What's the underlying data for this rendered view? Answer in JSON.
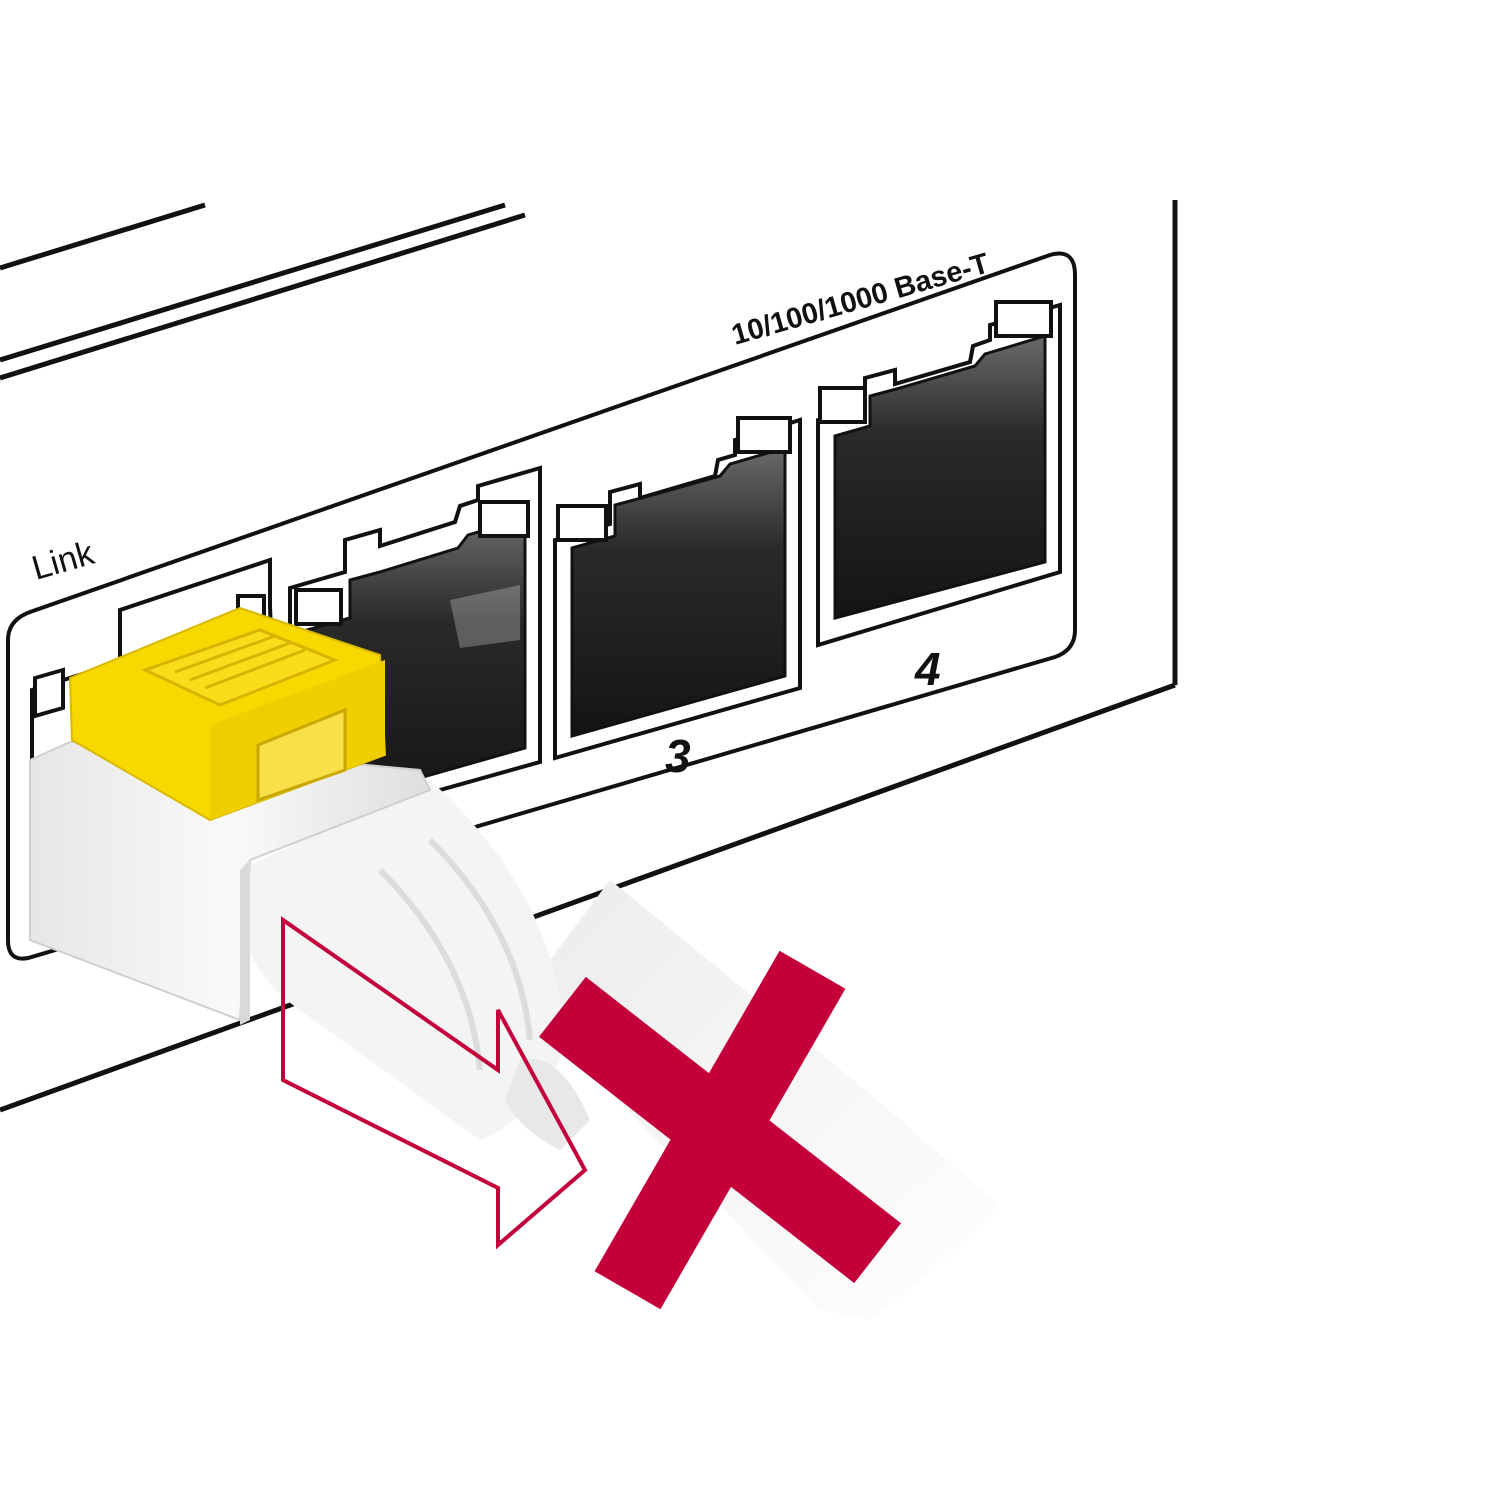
{
  "labels": {
    "link": "Link",
    "speed": "10/100/1000 Base-T",
    "port_3": "3",
    "port_4": "4"
  },
  "colors": {
    "background": "#ffffff",
    "outline": "#111111",
    "port_interior": "#1c1c1c",
    "locking_clip": "#f5d400",
    "warning_red": "#c4003a",
    "cable": "#f2f2f2"
  },
  "icons": {
    "blocked_marker": "x-icon",
    "direction_marker": "arrow-right-icon"
  }
}
